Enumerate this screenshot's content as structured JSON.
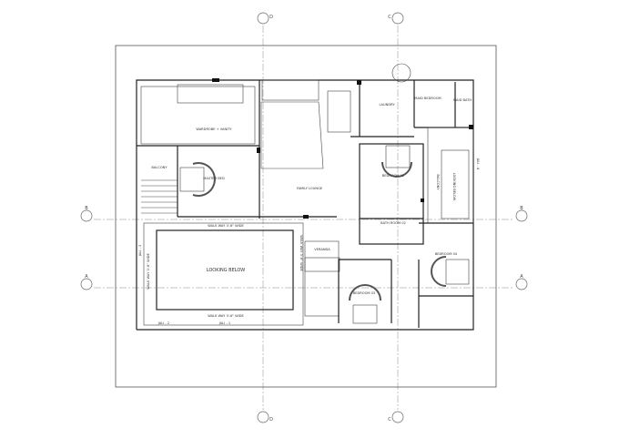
{
  "grid": {
    "vertical": [
      "D",
      "C"
    ],
    "horizontal": [
      "B",
      "A"
    ]
  },
  "rooms": {
    "wardrobe": "WARDROBE + VANITY",
    "master_bed": "MASTER BED",
    "balcony_left": "BALCONY",
    "family_lounge": "FAMILY LOUNGE",
    "laundry": "LAUNDRY",
    "maid_bedroom": "MAID BEDROOM",
    "maid_bath": "MAID BATH",
    "bedroom_02": "BEDROOM 02",
    "bath_02": "BATH ROOM 02",
    "balcony_right": "BALCONY",
    "looking_below_right": "LOOKING BELOW",
    "jali_4": "JALI - 4",
    "veranda": "VERANDA",
    "looking_below": "LOOKING BELOW",
    "bedroom_03": "BEDROOM 03",
    "bedroom_04": "BEDROOM 04",
    "walkway_top": "WALK WAY 3'-6\" WIDE",
    "walkway_bottom": "WALK WAY 3'-6\" WIDE",
    "walkway_left": "WALK WAY 3'-6\" WIDE",
    "walkway_right": "WALK WAY 3'-6\" WIDE",
    "jali_1": "JALI - 1",
    "jali_2": "JALI - 2",
    "jali_3": "JALI - 3"
  }
}
